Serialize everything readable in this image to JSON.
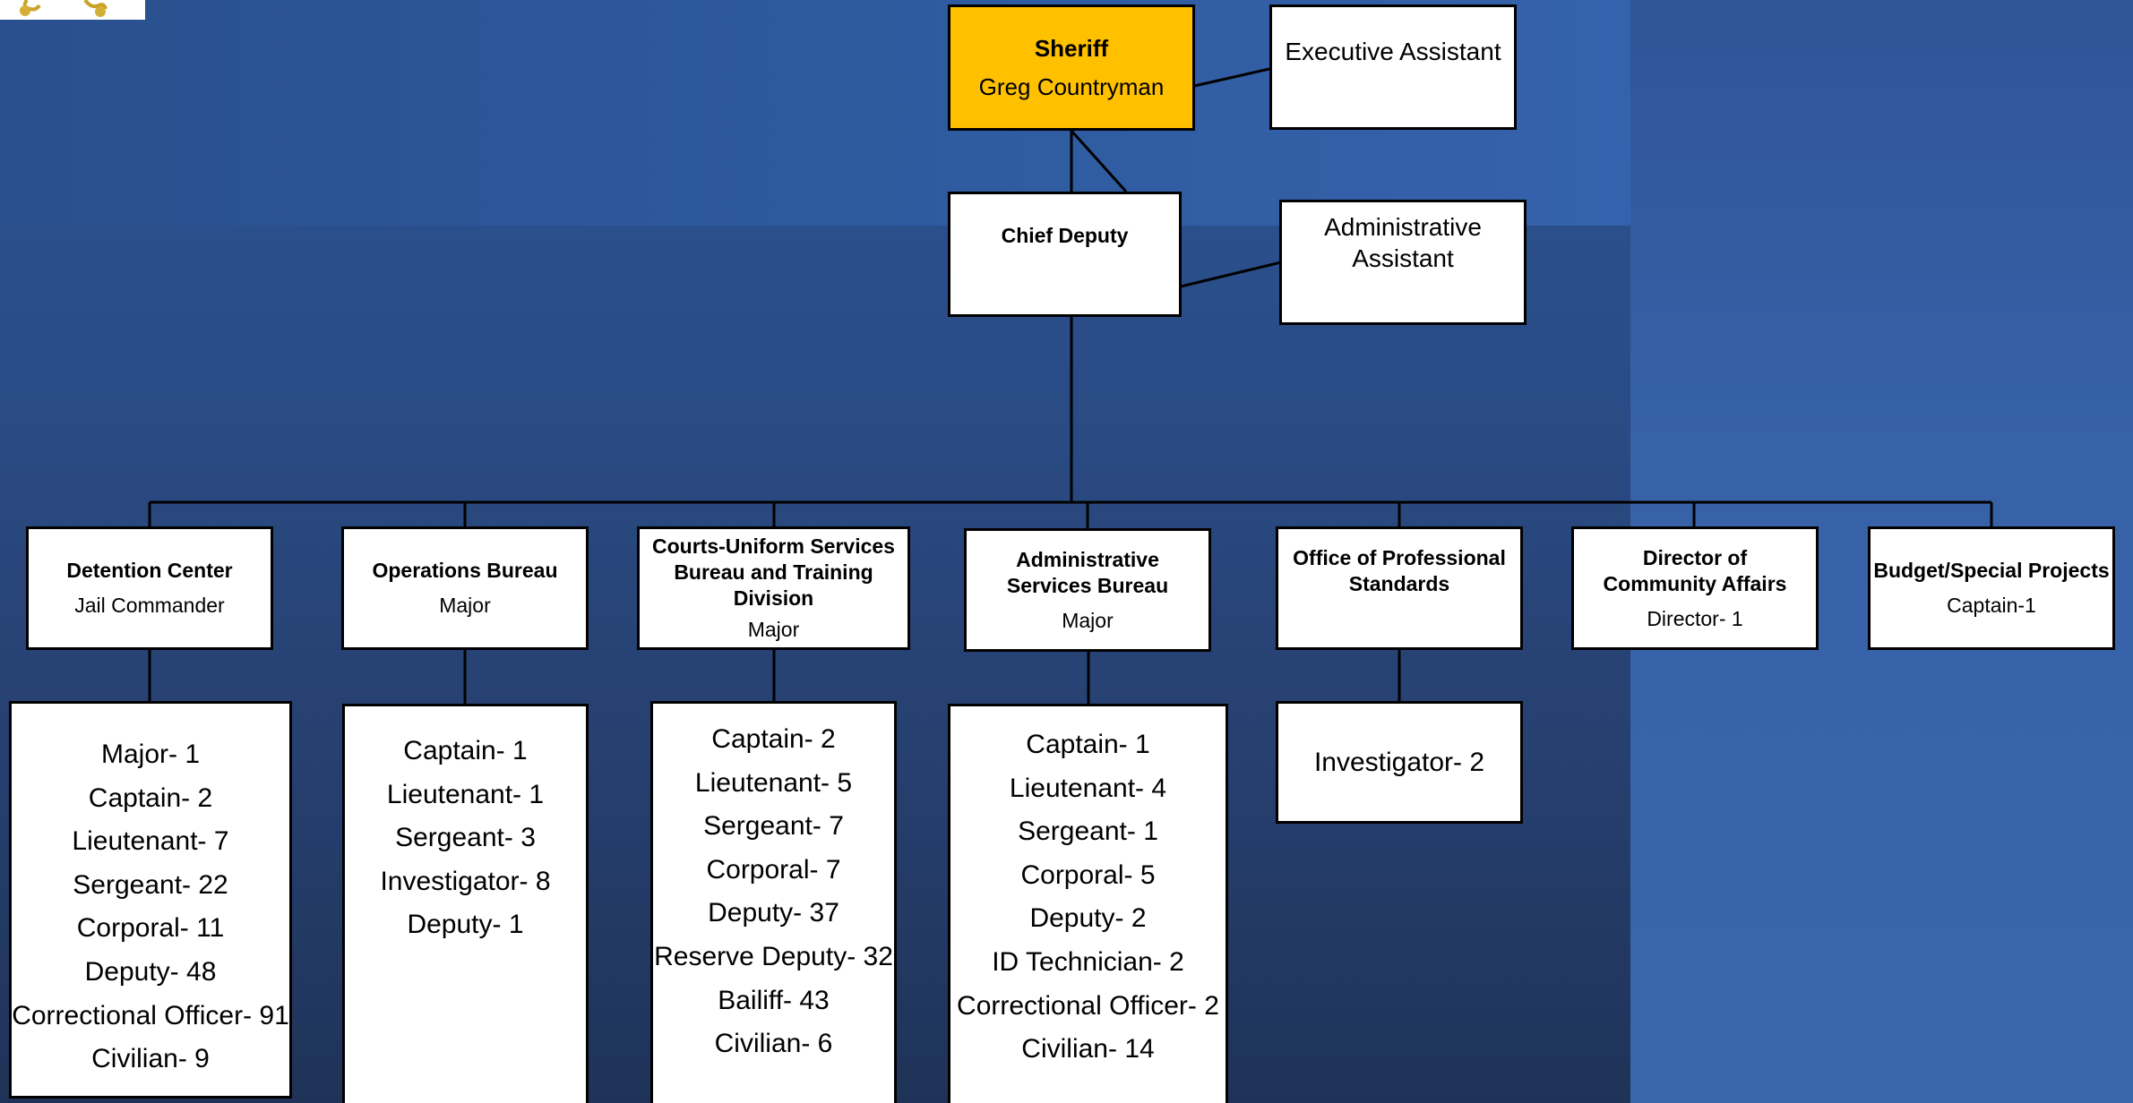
{
  "sheriff": {
    "title": "Sheriff",
    "name": "Greg Countryman"
  },
  "executive_assistant": "Executive Assistant",
  "chief_deputy": "Chief Deputy",
  "administrative_assistant": "Administrative Assistant",
  "colors": {
    "sheriff_box": "#ffc000",
    "background": "#2b4f8a",
    "box": "#ffffff",
    "line": "#000000"
  },
  "divisions": [
    {
      "title": "Detention Center",
      "subtitle": "Jail Commander",
      "staff": [
        "Major- 1",
        "Captain- 2",
        "Lieutenant- 7",
        "Sergeant- 22",
        "Corporal- 11",
        "Deputy- 48",
        "Correctional Officer- 91",
        "Civilian-  9"
      ]
    },
    {
      "title": "Operations Bureau",
      "subtitle": "Major",
      "staff": [
        "Captain- 1",
        "Lieutenant- 1",
        "Sergeant- 3",
        "Investigator- 8",
        "Deputy- 1"
      ]
    },
    {
      "title": "Courts-Uniform Services Bureau and Training Division",
      "subtitle": "Major",
      "staff": [
        "Captain- 2",
        "Lieutenant- 5",
        "Sergeant- 7",
        "Corporal- 7",
        "Deputy- 37",
        "Reserve Deputy- 32",
        "Bailiff- 43",
        "Civilian- 6"
      ]
    },
    {
      "title": "Administrative Services Bureau",
      "subtitle": "Major",
      "staff": [
        "Captain- 1",
        "Lieutenant- 4",
        "Sergeant- 1",
        "Corporal- 5",
        "Deputy- 2",
        "ID Technician- 2",
        "Correctional Officer- 2",
        "Civilian- 14"
      ]
    },
    {
      "title": "Office of Professional Standards",
      "subtitle": "",
      "staff": [
        "Investigator- 2"
      ]
    },
    {
      "title": "Director of Community Affairs",
      "subtitle": "Director- 1"
    },
    {
      "title": "Budget/Special Projects",
      "subtitle": "Captain-1"
    }
  ]
}
